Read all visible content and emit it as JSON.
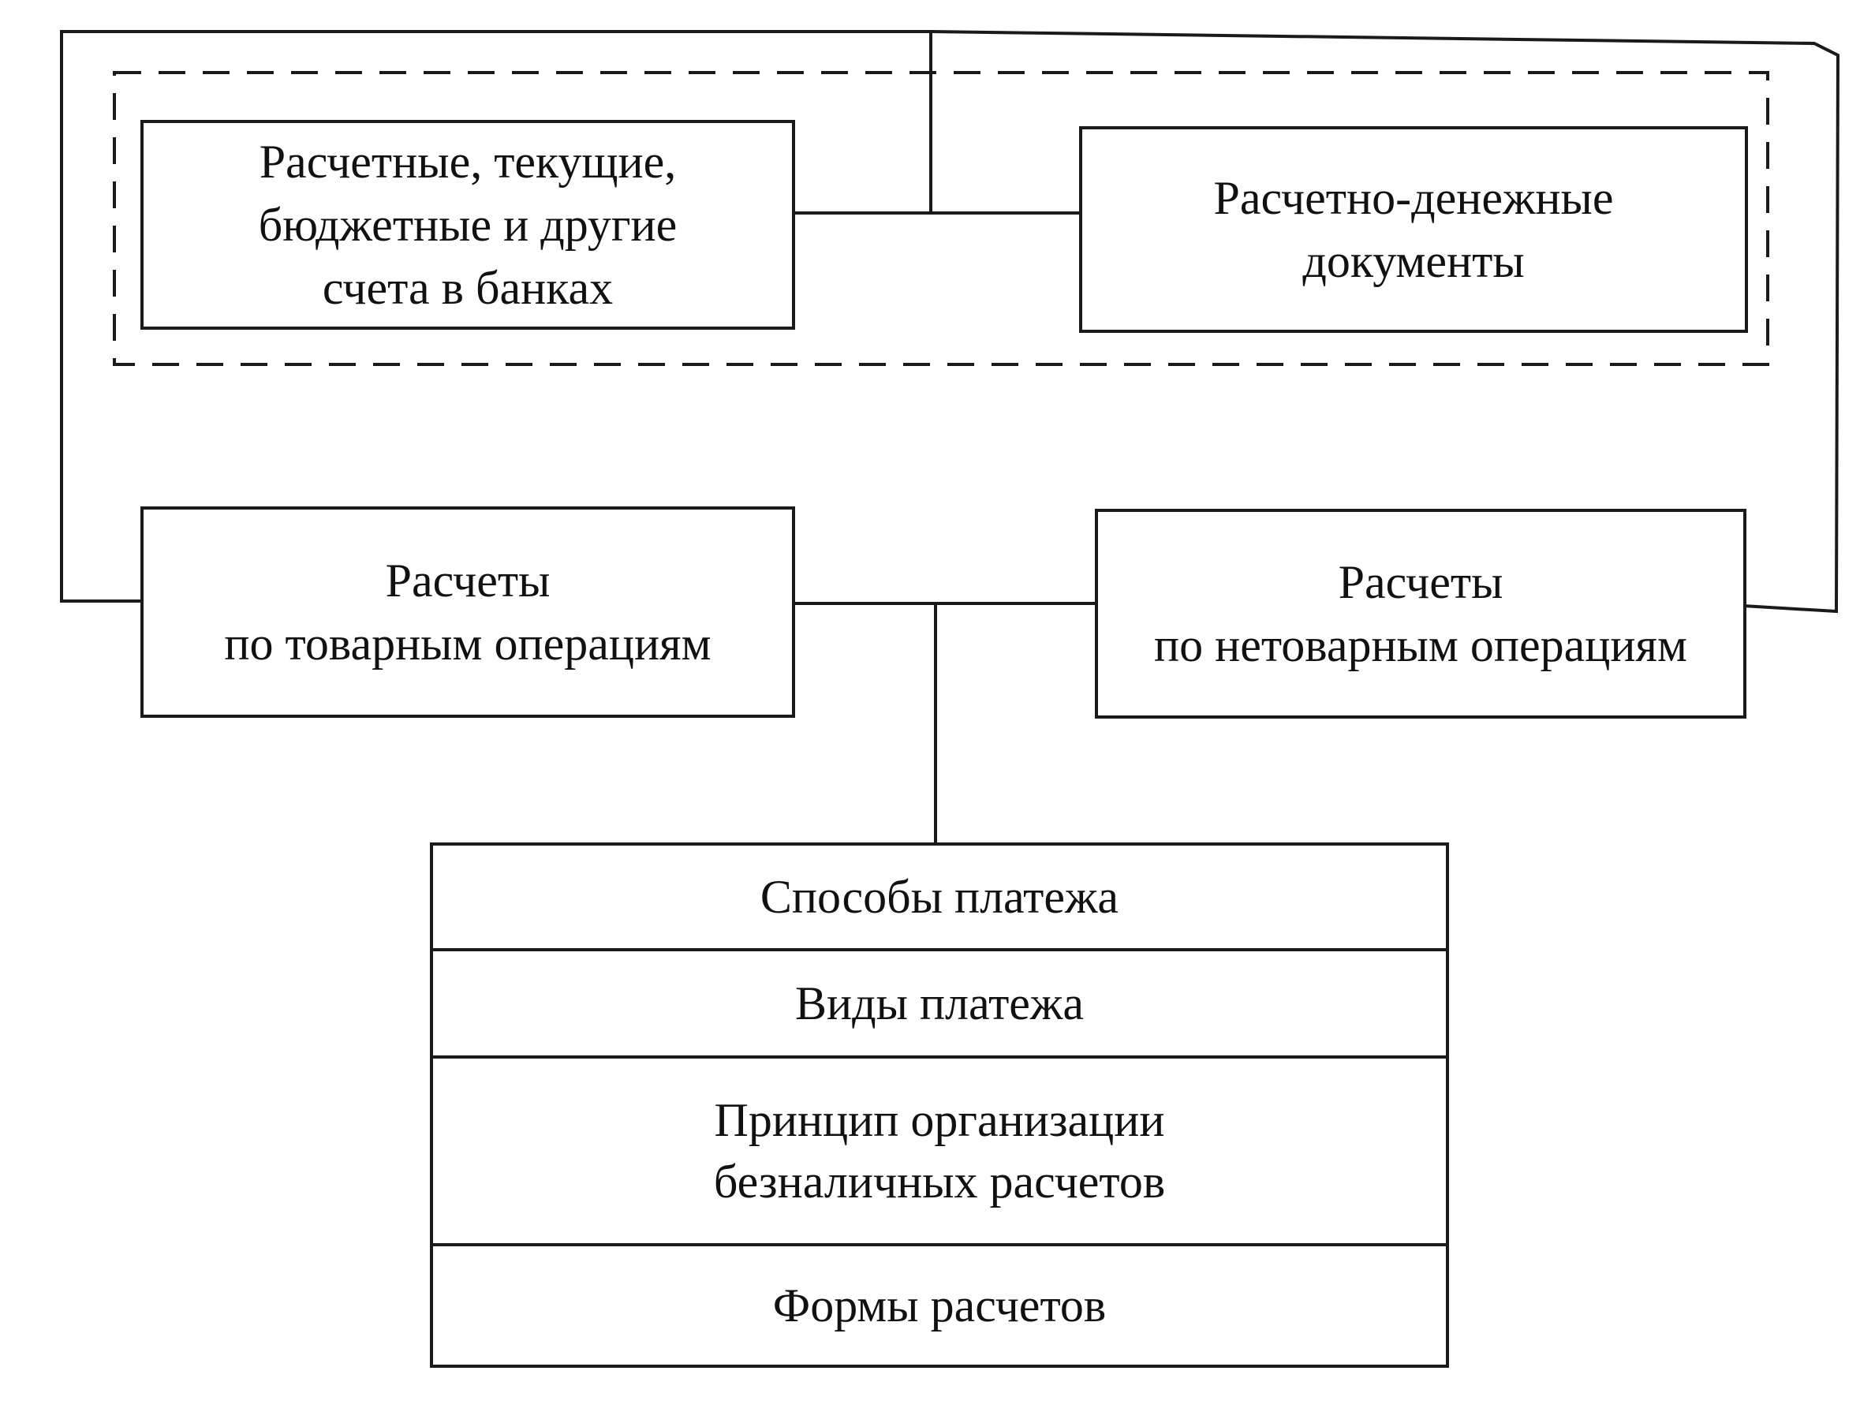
{
  "diagram": {
    "nodes": {
      "accounts": {
        "lines": [
          "Расчетные, текущие,",
          "бюджетные и другие",
          "счета в банках"
        ]
      },
      "documents": {
        "lines": [
          "Расчетно-денежные",
          "документы"
        ]
      },
      "commodity": {
        "lines": [
          "Расчеты",
          "по товарным операциям"
        ]
      },
      "noncommodity": {
        "lines": [
          "Расчеты",
          "по нетоварным операциям"
        ]
      }
    },
    "stack": [
      {
        "lines": [
          "Способы платежа"
        ]
      },
      {
        "lines": [
          "Виды платежа"
        ]
      },
      {
        "lines": [
          "Принцип организации",
          "безналичных расчетов"
        ]
      },
      {
        "lines": [
          "Формы расчетов"
        ]
      }
    ],
    "colors": {
      "line": "#1a1a1a",
      "background": "#ffffff"
    }
  }
}
